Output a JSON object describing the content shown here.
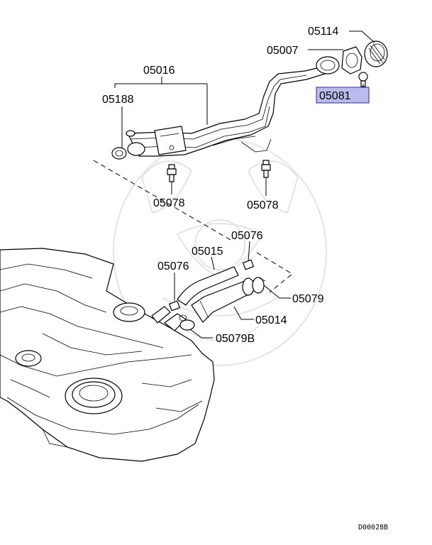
{
  "labels": {
    "filler_cap": "05114",
    "filler_cap_gasket": "05007",
    "fuel_filler_neck": "05016",
    "neck_grommet": "05188",
    "bolt_left": "05078",
    "bolt_right": "05078",
    "cap_screw_highlighted": "05081",
    "clip_upper": "05076",
    "clip_lower": "05076",
    "breather_hose": "05015",
    "filler_hose": "05014",
    "hose_clamp": "05079",
    "hose_clamp_b": "05079B"
  },
  "highlight_color": "#b9bcec",
  "diagram_code": "D00028B"
}
